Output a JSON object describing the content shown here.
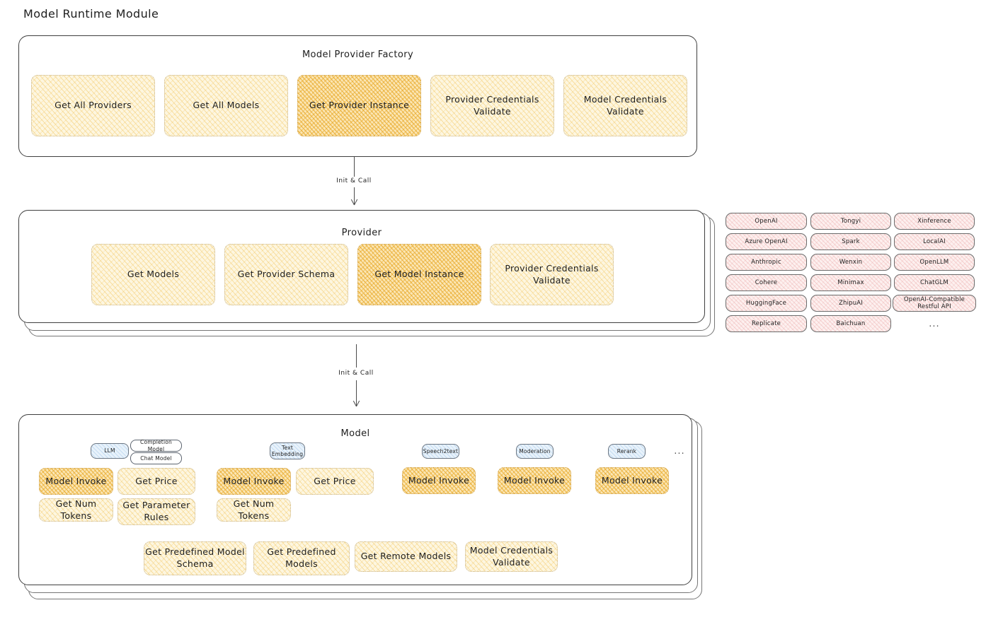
{
  "page": {
    "title": "Model Runtime Module"
  },
  "factory": {
    "title": "Model Provider Factory",
    "methods": [
      {
        "label": "Get All Providers",
        "highlighted": false
      },
      {
        "label": "Get All Models",
        "highlighted": false
      },
      {
        "label": "Get Provider Instance",
        "highlighted": true
      },
      {
        "label": "Provider Credentials Validate",
        "highlighted": false
      },
      {
        "label": "Model Credentials Validate",
        "highlighted": false
      }
    ]
  },
  "arrows": [
    {
      "label": "Init & Call"
    },
    {
      "label": "Init & Call"
    }
  ],
  "provider": {
    "title": "Provider",
    "methods": [
      {
        "label": "Get Models",
        "highlighted": false
      },
      {
        "label": "Get Provider Schema",
        "highlighted": false
      },
      {
        "label": "Get Model Instance",
        "highlighted": true
      },
      {
        "label": "Provider Credentials Validate",
        "highlighted": false
      }
    ]
  },
  "provider_list": {
    "columns": [
      [
        "OpenAI",
        "Azure OpenAI",
        "Anthropic",
        "Cohere",
        "HuggingFace",
        "Replicate"
      ],
      [
        "Tongyi",
        "Spark",
        "Wenxin",
        "Minimax",
        "ZhipuAI",
        "Baichuan"
      ],
      [
        "Xinference",
        "LocalAI",
        "OpenLLM",
        "ChatGLM",
        "OpenAI-Compatible Restful API"
      ]
    ],
    "more": "..."
  },
  "model": {
    "title": "Model",
    "more": "...",
    "types": [
      {
        "tag": "LLM",
        "subtags": [
          "Completion Model",
          "Chat Model"
        ],
        "methods": [
          {
            "label": "Model Invoke",
            "highlighted": true
          },
          {
            "label": "Get Price",
            "highlighted": false
          },
          {
            "label": "Get Num Tokens",
            "highlighted": false
          },
          {
            "label": "Get Parameter Rules",
            "highlighted": false
          }
        ]
      },
      {
        "tag": "Text Embedding",
        "subtags": [],
        "methods": [
          {
            "label": "Model Invoke",
            "highlighted": true
          },
          {
            "label": "Get Price",
            "highlighted": false
          },
          {
            "label": "Get Num Tokens",
            "highlighted": false
          }
        ]
      },
      {
        "tag": "Speech2text",
        "subtags": [],
        "methods": [
          {
            "label": "Model Invoke",
            "highlighted": true
          }
        ]
      },
      {
        "tag": "Moderation",
        "subtags": [],
        "methods": [
          {
            "label": "Model Invoke",
            "highlighted": true
          }
        ]
      },
      {
        "tag": "Rerank",
        "subtags": [],
        "methods": [
          {
            "label": "Model Invoke",
            "highlighted": true
          }
        ]
      }
    ],
    "common_methods": [
      "Get Predefined Model Schema",
      "Get Predefined Models",
      "Get Remote Models",
      "Model Credentials Validate"
    ]
  },
  "colors": {
    "amber_fill": "#fdf6e0",
    "amber_highlight": "#fbe6b4",
    "pink_fill": "#fdf0ef",
    "blue_tag": "#e8f2fb",
    "stroke": "#1e1e1e"
  }
}
